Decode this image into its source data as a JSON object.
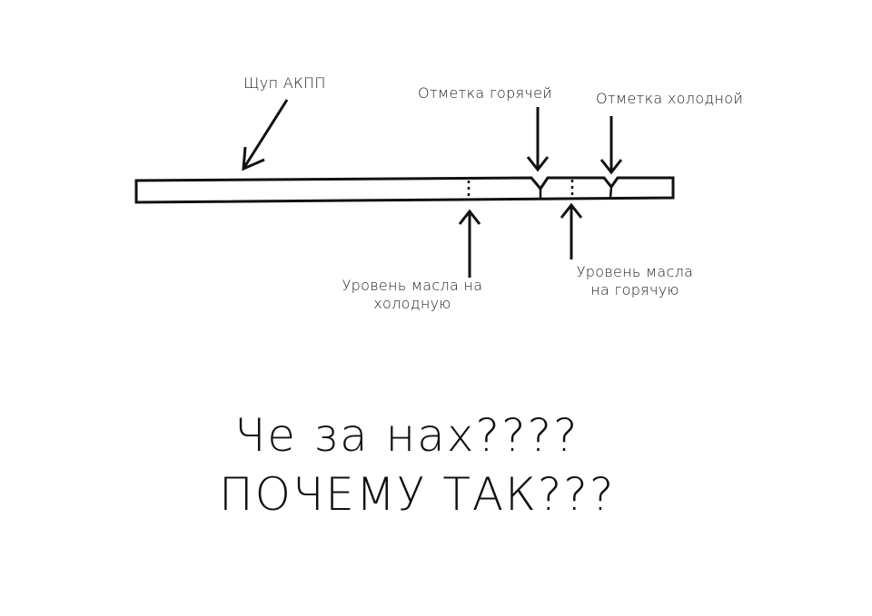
{
  "labels": {
    "dipstick": "Щуп АКПП",
    "hot_mark": "Отметка горячей",
    "cold_mark": "Отметка холодной",
    "cold_level_line1": "Уровень масла на",
    "cold_level_line2": "холодную",
    "hot_level_line1": "Уровень масла",
    "hot_level_line2": "на горячую"
  },
  "caption": {
    "line1": "Че за нах????",
    "line2": "ПОЧЕМУ ТАК???"
  },
  "colors": {
    "ink": "#111111",
    "background": "#ffffff"
  }
}
